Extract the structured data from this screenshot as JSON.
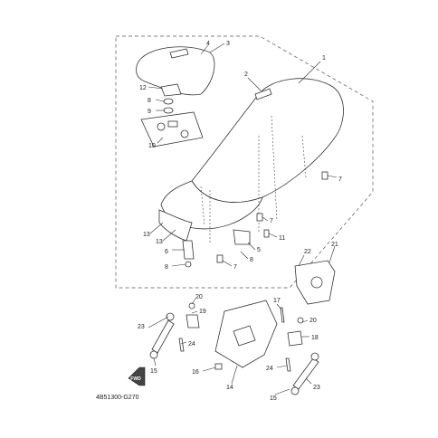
{
  "callouts": [
    {
      "id": "c1",
      "text": "1"
    },
    {
      "id": "c2",
      "text": "2"
    },
    {
      "id": "c3",
      "text": "3"
    },
    {
      "id": "c4",
      "text": "4"
    },
    {
      "id": "c5",
      "text": "5"
    },
    {
      "id": "c6",
      "text": "6"
    },
    {
      "id": "c7a",
      "text": "7"
    },
    {
      "id": "c7b",
      "text": "7"
    },
    {
      "id": "c7c",
      "text": "7"
    },
    {
      "id": "c7d",
      "text": "7"
    },
    {
      "id": "c8a",
      "text": "8"
    },
    {
      "id": "c8b",
      "text": "8"
    },
    {
      "id": "c8c",
      "text": "8"
    },
    {
      "id": "c9",
      "text": "9"
    },
    {
      "id": "c10",
      "text": "10"
    },
    {
      "id": "c11",
      "text": "11"
    },
    {
      "id": "c12",
      "text": "12"
    },
    {
      "id": "c13a",
      "text": "13"
    },
    {
      "id": "c13b",
      "text": "13"
    },
    {
      "id": "c14",
      "text": "14"
    },
    {
      "id": "c15a",
      "text": "15"
    },
    {
      "id": "c15b",
      "text": "15"
    },
    {
      "id": "c16",
      "text": "16"
    },
    {
      "id": "c17",
      "text": "17"
    },
    {
      "id": "c18",
      "text": "18"
    },
    {
      "id": "c19",
      "text": "19"
    },
    {
      "id": "c20a",
      "text": "20"
    },
    {
      "id": "c20b",
      "text": "20"
    },
    {
      "id": "c21",
      "text": "21"
    },
    {
      "id": "c22",
      "text": "22"
    },
    {
      "id": "c23a",
      "text": "23"
    },
    {
      "id": "c23b",
      "text": "23"
    },
    {
      "id": "c24a",
      "text": "24"
    },
    {
      "id": "c24b",
      "text": "24"
    }
  ],
  "fwd_label": "FWD",
  "diagram_code": "4B51300-G270"
}
